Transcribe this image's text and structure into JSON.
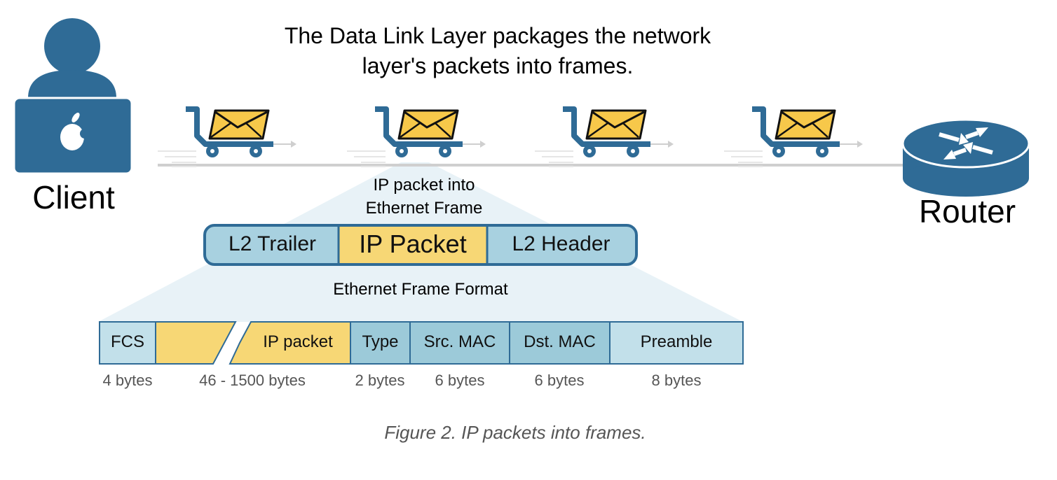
{
  "title": {
    "line1": "The Data Link Layer packages the network",
    "line2": "layer's packets into frames."
  },
  "nodes": {
    "client": {
      "label": "Client",
      "icon": "user-laptop-icon",
      "badge_icon": "apple-icon"
    },
    "router": {
      "label": "Router",
      "icon": "router-icon"
    }
  },
  "carts": {
    "count": 4,
    "icon": "cart-with-envelope-icon"
  },
  "encapsulation_label": {
    "line1": "IP packet into",
    "line2": "Ethernet Frame"
  },
  "frame": {
    "segments": [
      {
        "label": "L2 Trailer"
      },
      {
        "label": "IP Packet"
      },
      {
        "label": "L2 Header"
      }
    ]
  },
  "format_label": "Ethernet Frame Format",
  "fields": [
    {
      "label": "FCS",
      "size": "4 bytes"
    },
    {
      "label": "IP packet",
      "size": "46 - 1500 bytes"
    },
    {
      "label": "Type",
      "size": "2 bytes"
    },
    {
      "label": "Src. MAC",
      "size": "6 bytes"
    },
    {
      "label": "Dst. MAC",
      "size": "6 bytes"
    },
    {
      "label": "Preamble",
      "size": "8 bytes"
    }
  ],
  "caption": "Figure 2. IP packets into frames.",
  "colors": {
    "primary_blue": "#2f6b96",
    "envelope_yellow": "#f7c84a",
    "frame_blue": "#a8d1e0",
    "frame_yellow": "#f7d775",
    "frame_border": "#2f6b96",
    "mac_blue": "#9ccad9",
    "preamble_blue": "#c2e0ea",
    "funnel": "#e8f2f7",
    "line_gray": "#cfcfcf"
  }
}
